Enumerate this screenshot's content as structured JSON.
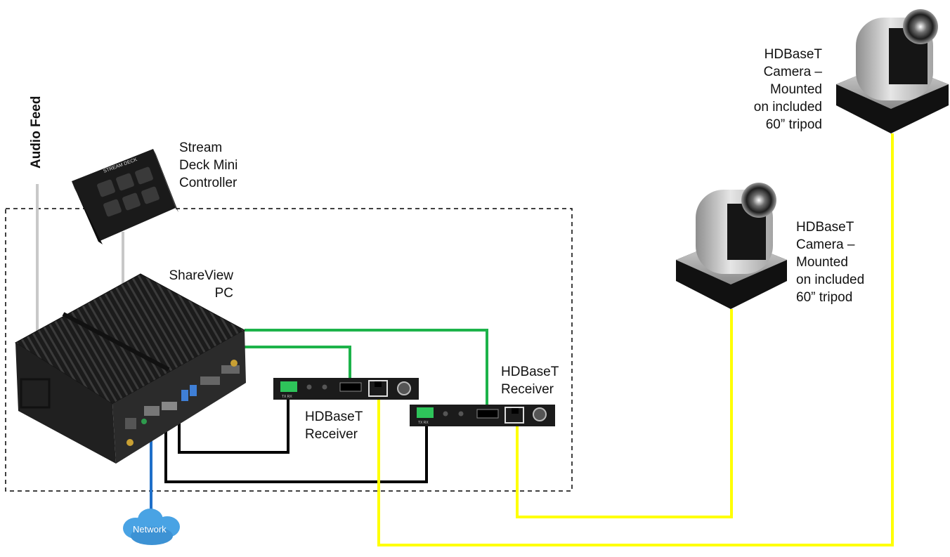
{
  "labels": {
    "audio_feed": "Audio Feed",
    "stream_deck": [
      "Stream",
      "Deck Mini",
      "Controller"
    ],
    "stream_deck_brand": "STREAM DECK",
    "shareview_pc": [
      "ShareView",
      "PC"
    ],
    "receiver_1": [
      "HDBaseT",
      "Receiver"
    ],
    "receiver_2": [
      "HDBaseT",
      "Receiver"
    ],
    "camera_top": [
      "HDBaseT",
      "Camera –",
      "Mounted",
      "on included",
      "60” tripod"
    ],
    "camera_mid": [
      "HDBaseT",
      "Camera –",
      "Mounted",
      "on included",
      "60” tripod"
    ],
    "network": "Network",
    "port_label": "TX  RX"
  },
  "colors": {
    "hdmi_cable": "#1db34a",
    "control_cable": "#000000",
    "hdbaset_cable": "#ffff00",
    "network_cable": "#1f6fc9",
    "audio_cable": "#c8c8c8",
    "boundary": "#000000"
  },
  "icons": [
    "pc-icon",
    "stream-deck-icon",
    "receiver-icon",
    "camera-icon",
    "cloud-icon"
  ]
}
